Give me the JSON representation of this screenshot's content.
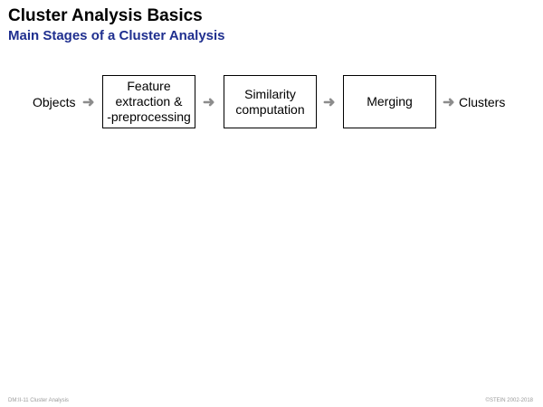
{
  "slide": {
    "title": "Cluster Analysis Basics",
    "subtitle": "Main Stages of a Cluster Analysis"
  },
  "pipeline": {
    "input": "Objects",
    "stages": [
      {
        "label": "Feature\nextraction &\n-preprocessing"
      },
      {
        "label": "Similarity\ncomputation"
      },
      {
        "label": "Merging"
      }
    ],
    "output": "Clusters",
    "arrow_glyph": "➜"
  },
  "footer": {
    "left": "DM:II-11    Cluster Analysis",
    "right": "©STEIN 2002-2018"
  }
}
